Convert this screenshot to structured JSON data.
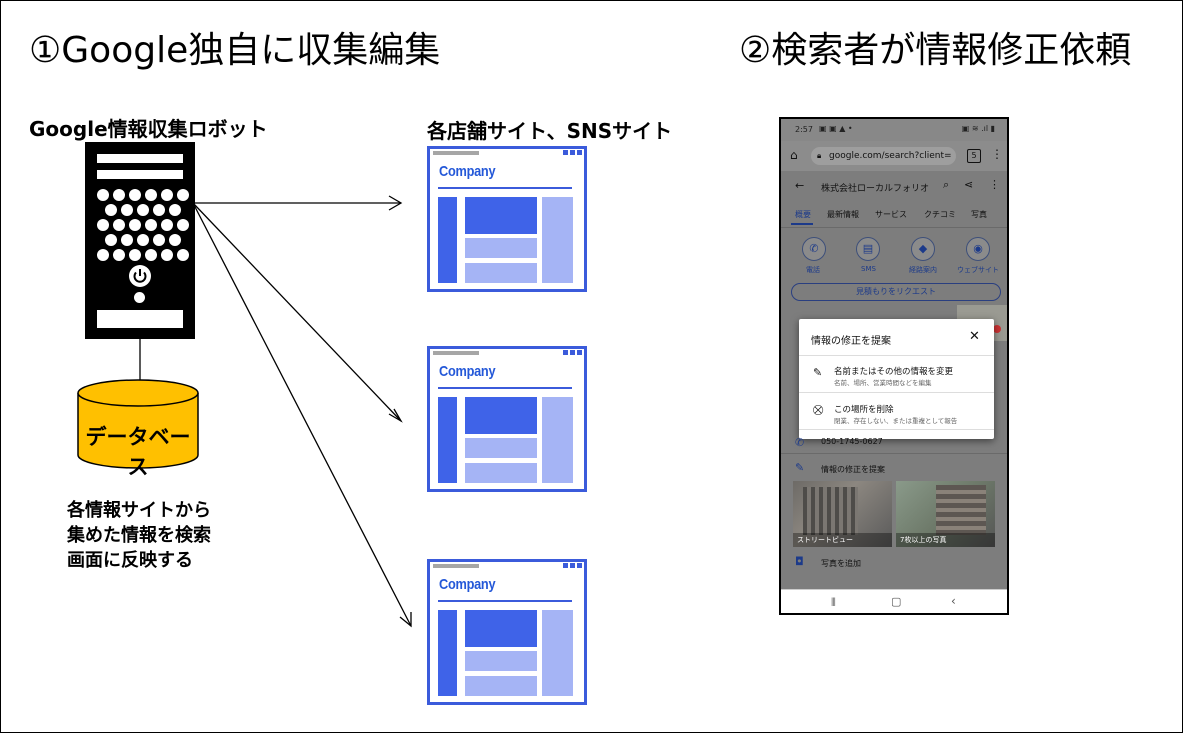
{
  "left_title": "①Google独自に収集編集",
  "right_title": "②検索者が情報修正依頼",
  "robot_label": "Google情報収集ロボット",
  "sites_label": "各店舗サイト、SNSサイト",
  "database_label": "データベース",
  "description_lines": [
    "各情報サイトから",
    "集めた情報を検索",
    "画面に反映する"
  ],
  "site_brand": "Company",
  "colors": {
    "site_blue": "#3b5bdb",
    "site_light": "#a5b4f5",
    "db_yellow": "#ffc000"
  },
  "phone": {
    "status_time": "2:57",
    "url": "google.com/search?client=",
    "tab_count": "5",
    "business_name": "株式会社ローカルフォリオ",
    "tabs": [
      "概要",
      "最新情報",
      "サービス",
      "クチコミ",
      "写真"
    ],
    "actions": [
      "電話",
      "SMS",
      "経路案内",
      "ウェブサイト"
    ],
    "quote_button": "見積もりをリクエスト",
    "dialog": {
      "title": "情報の修正を提案",
      "option1_title": "名前またはその他の情報を変更",
      "option1_sub": "名前、場所、営業時間などを編集",
      "option2_title": "この場所を削除",
      "option2_sub": "閉業、存在しない、または重複として報告"
    },
    "phone_number": "050-1745-0627",
    "suggest_edit": "情報の修正を提案",
    "photo1_label": "ストリートビュー",
    "photo2_label": "7枚以上の写真",
    "add_photo": "写真を追加"
  }
}
